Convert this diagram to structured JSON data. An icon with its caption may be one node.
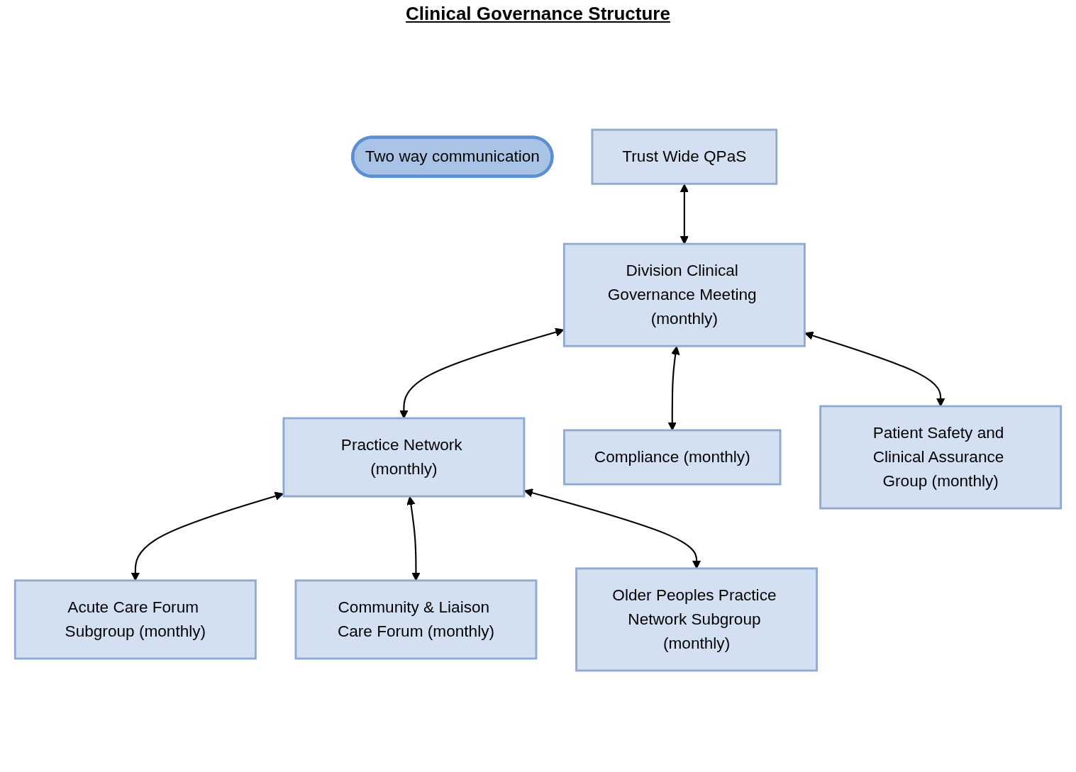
{
  "diagram": {
    "title": "Clinical Governance Structure",
    "nodes": [
      {
        "text": [
          "Two way communication"
        ]
      },
      {
        "text": [
          "Trust Wide QPaS"
        ]
      },
      {
        "text": [
          "Division Clinical Governance Meeting (monthly)"
        ]
      },
      {
        "text": [
          "Practice Network (monthly)"
        ]
      },
      {
        "text": [
          "Compliance (monthly)"
        ]
      },
      {
        "text": [
          "Patient Safety and Clinical Assurance Group (monthly)"
        ]
      },
      {
        "text": [
          "Acute Care Forum Subgroup (monthly)"
        ]
      },
      {
        "text": [
          "Community & Liaison Care Forum (monthly)"
        ]
      },
      {
        "text": [
          "Older Peoples Practice Network Subgroup (monthly)"
        ]
      }
    ],
    "edges": [
      {
        "from": 1,
        "to": 2,
        "arrow": "both"
      },
      {
        "from": 2,
        "to": 3,
        "arrow": "both"
      },
      {
        "from": 2,
        "to": 4,
        "arrow": "both"
      },
      {
        "from": 2,
        "to": 5,
        "arrow": "both"
      },
      {
        "from": 3,
        "to": 6,
        "arrow": "both"
      },
      {
        "from": 3,
        "to": 7,
        "arrow": "both"
      },
      {
        "from": 3,
        "to": 8,
        "arrow": "both"
      }
    ]
  }
}
